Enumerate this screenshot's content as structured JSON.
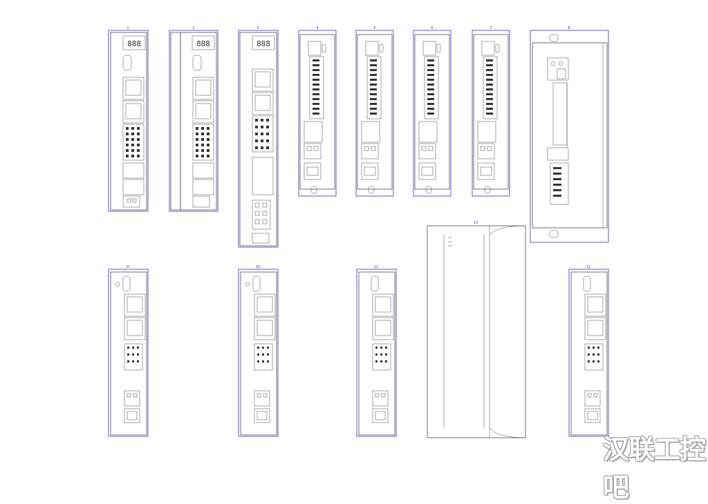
{
  "drawings": [
    {
      "id": "1"
    },
    {
      "id": "2"
    },
    {
      "id": "3"
    },
    {
      "id": "4"
    },
    {
      "id": "5"
    },
    {
      "id": "6"
    },
    {
      "id": "7"
    },
    {
      "id": "8"
    },
    {
      "id": "9"
    },
    {
      "id": "10"
    },
    {
      "id": "11"
    },
    {
      "id": "13"
    },
    {
      "id": "12"
    }
  ],
  "watermark": {
    "text": "汉联工控吧"
  }
}
